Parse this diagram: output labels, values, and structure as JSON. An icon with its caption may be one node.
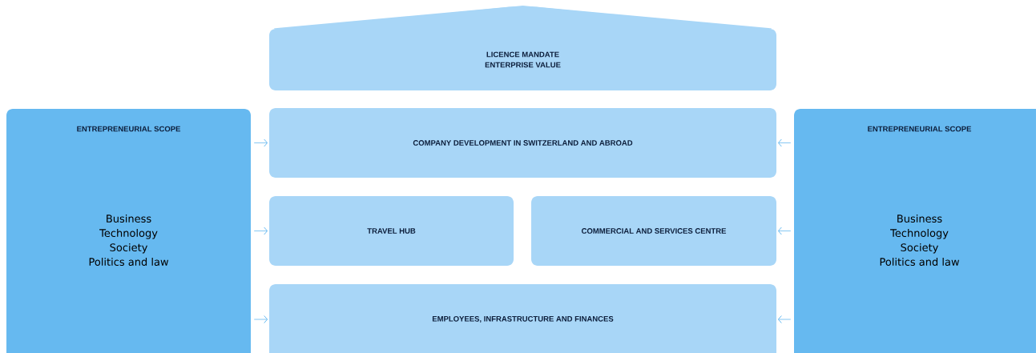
{
  "diagram": {
    "nodes": [
      {
        "text": [
          "LICENCE MANDATE",
          "ENTERPRISE VALUE"
        ]
      },
      {
        "text": [
          "ENTREPRENEURIAL SCOPE",
          "Business",
          "Technology",
          "Society",
          "Politics and law"
        ]
      },
      {
        "text": [
          "COMPANY DEVELOPMENT IN SWITZERLAND AND ABROAD"
        ]
      },
      {
        "text": [
          "TRAVEL HUB"
        ]
      },
      {
        "text": [
          "COMMERCIAL AND SERVICES CENTRE"
        ]
      },
      {
        "text": [
          "EMPLOYEES, INFRASTRUCTURE AND FINANCES"
        ]
      },
      {
        "text": [
          "ENTREPRENEURIAL SCOPE",
          "Business",
          "Technology",
          "Society",
          "Politics and law"
        ]
      }
    ],
    "edges": [
      {
        "from": 1,
        "to": 2,
        "arrow": "to"
      },
      {
        "from": 1,
        "to": 3,
        "arrow": "to"
      },
      {
        "from": 1,
        "to": 5,
        "arrow": "to"
      },
      {
        "from": 6,
        "to": 2,
        "arrow": "to"
      },
      {
        "from": 6,
        "to": 4,
        "arrow": "to"
      },
      {
        "from": 6,
        "to": 5,
        "arrow": "to"
      }
    ]
  }
}
